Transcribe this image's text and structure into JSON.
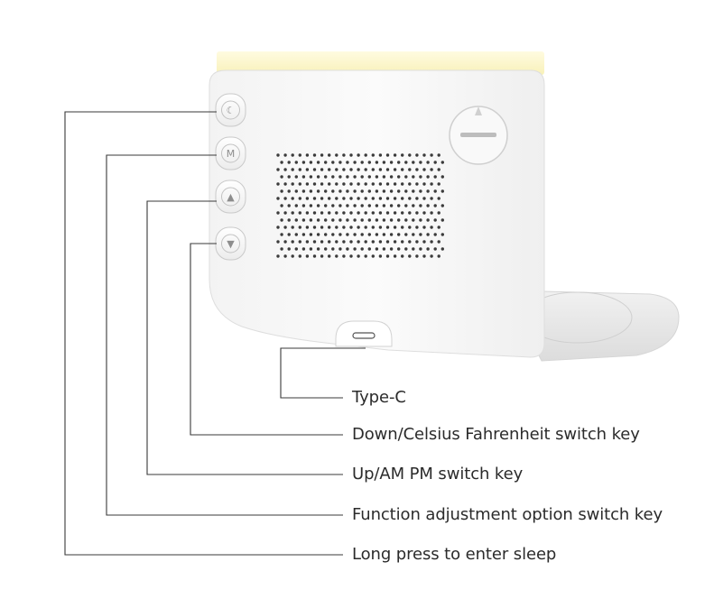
{
  "device": {
    "buttons": [
      {
        "name": "sleep-button",
        "icon": "moon-icon",
        "glyph": "☾"
      },
      {
        "name": "function-button",
        "icon": "m-letter-icon",
        "glyph": "M"
      },
      {
        "name": "up-button",
        "icon": "triangle-up-icon",
        "glyph": "▲"
      },
      {
        "name": "down-button",
        "icon": "triangle-down-icon",
        "glyph": "▼"
      }
    ],
    "port": {
      "name": "type-c-port",
      "icon": "usb-c-icon"
    },
    "light_color": "#fbf6c8",
    "body_color": "#f7f7f7"
  },
  "callouts": [
    {
      "target": "type-c-port",
      "label": "Type-C"
    },
    {
      "target": "down-button",
      "label": "Down/Celsius Fahrenheit switch key"
    },
    {
      "target": "up-button",
      "label": "Up/AM PM switch key"
    },
    {
      "target": "function-button",
      "label": "Function adjustment option switch key"
    },
    {
      "target": "sleep-button",
      "label": "Long press to enter sleep"
    }
  ],
  "colors": {
    "line": "#3a3a3a",
    "text": "#2b2b2b"
  }
}
